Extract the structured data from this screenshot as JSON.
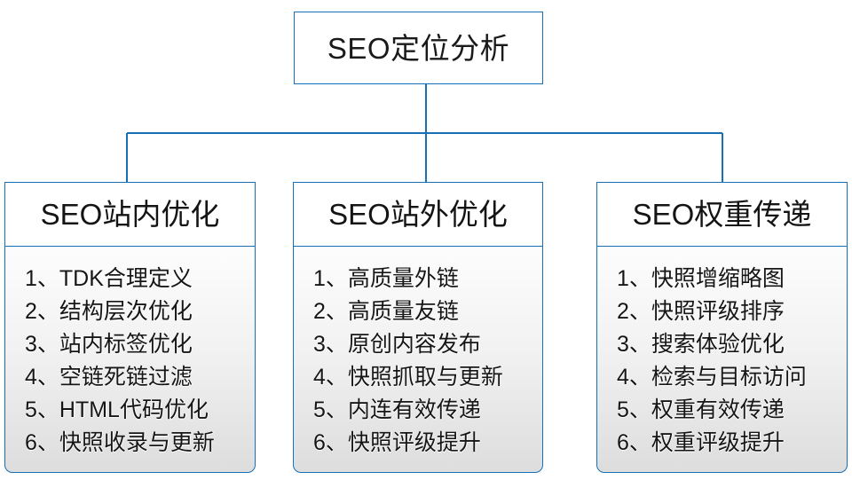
{
  "diagram": {
    "type": "org-chart",
    "root": {
      "label": "SEO定位分析"
    },
    "colors": {
      "border": "#1570b8",
      "connector": "#1570b8",
      "text": "#161616",
      "panel_top": "#fdfdfd",
      "panel_bottom": "#dddddd"
    },
    "columns": [
      {
        "header": "SEO站内优化",
        "items": [
          "1、TDK合理定义",
          "2、结构层次优化",
          "3、站内标签优化",
          "4、空链死链过滤",
          "5、HTML代码优化",
          "6、快照收录与更新"
        ]
      },
      {
        "header": "SEO站外优化",
        "items": [
          "1、高质量外链",
          "2、高质量友链",
          "3、原创内容发布",
          "4、快照抓取与更新",
          "5、内连有效传递",
          "6、快照评级提升"
        ]
      },
      {
        "header": "SEO权重传递",
        "items": [
          "1、快照增缩略图",
          "2、快照评级排序",
          "3、搜索体验优化",
          "4、检索与目标访问",
          "5、权重有效传递",
          "6、权重评级提升"
        ]
      }
    ]
  }
}
